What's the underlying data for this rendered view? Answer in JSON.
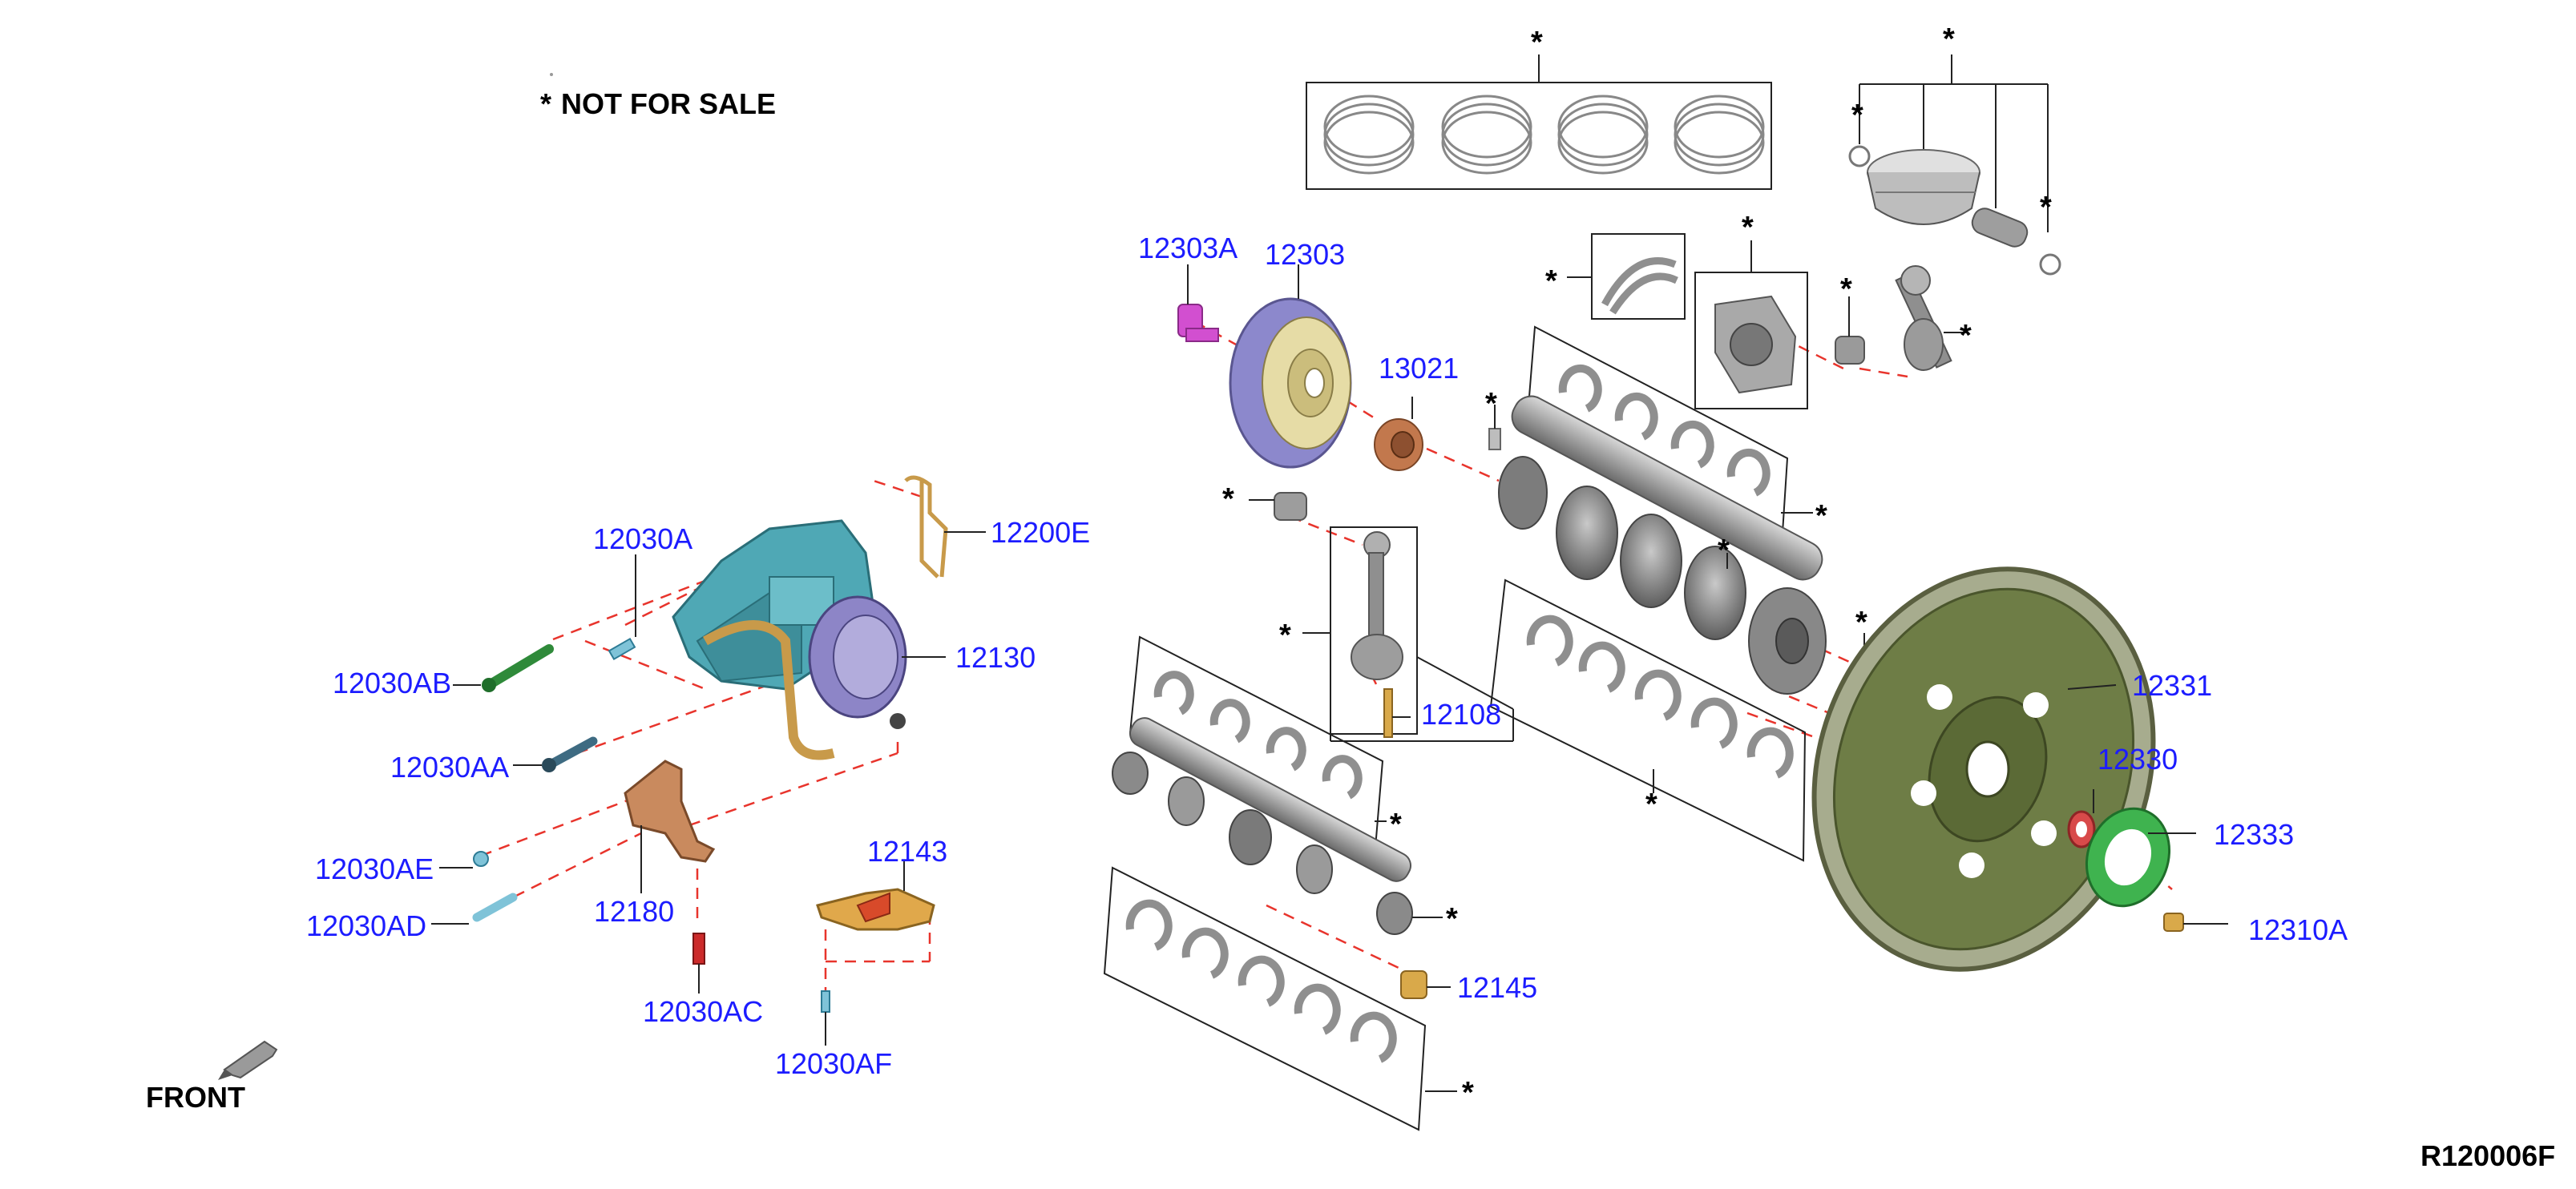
{
  "legend": {
    "star": "*",
    "text": "NOT FOR SALE"
  },
  "front_label": "FRONT",
  "diagram_code": "R120006F",
  "not_for_sale_marker": "*",
  "part_numbers": [
    "12303A",
    "12303",
    "13021",
    "12200E",
    "12030A",
    "12130",
    "12030AB",
    "12030AA",
    "12108",
    "12030AE",
    "12180",
    "12030AD",
    "12143",
    "12030AC",
    "12030AF",
    "12331",
    "12330",
    "12333",
    "12310A",
    "12145"
  ],
  "colors": {
    "label_blue": "#1c1cff",
    "leader_red": "#e8342c",
    "oil_pump_teal": "#4fa8b5",
    "flywheel_green": "#7d8d52",
    "gasket_green": "#3fb34f",
    "bracket_copper": "#c98a5e",
    "pulley_purple": "#8c88cc",
    "gear_bronze": "#c2784d",
    "bolt_magenta": "#d24fd0",
    "seal_red": "#d84a4a",
    "bearing_grey": "#8f8f8f"
  }
}
